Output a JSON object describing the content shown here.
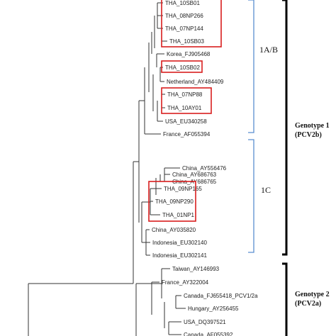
{
  "leaves": [
    {
      "id": "l1",
      "label": "THA_10SB01"
    },
    {
      "id": "l2",
      "label": "THA_08NP266"
    },
    {
      "id": "l3",
      "label": "THA_07NP144"
    },
    {
      "id": "l4",
      "label": "THA_10SB03"
    },
    {
      "id": "l5",
      "label": "Korea_FJ905468"
    },
    {
      "id": "l6",
      "label": "THA_10SB02"
    },
    {
      "id": "l7",
      "label": "Netherland_AY484409"
    },
    {
      "id": "l8",
      "label": "THA_07NP88"
    },
    {
      "id": "l9",
      "label": "THA_10AY01"
    },
    {
      "id": "l10",
      "label": "USA_EU340258"
    },
    {
      "id": "l11",
      "label": "France_AF055394"
    },
    {
      "id": "l12",
      "label": "China_AY556476"
    },
    {
      "id": "l13",
      "label": "China_AY686765"
    },
    {
      "id": "l14",
      "label": "China_AY686763"
    },
    {
      "id": "l15",
      "label": "THA_09NP165"
    },
    {
      "id": "l16",
      "label": "THA_09NP290"
    },
    {
      "id": "l17",
      "label": "THA_01NP1"
    },
    {
      "id": "l18",
      "label": "China_AY035820"
    },
    {
      "id": "l19",
      "label": "Indonesia_EU302140"
    },
    {
      "id": "l20",
      "label": "Indonesia_EU302141"
    },
    {
      "id": "l21",
      "label": "Taiwan_AY146993"
    },
    {
      "id": "l22",
      "label": "France_AY322004"
    },
    {
      "id": "l23",
      "label": "Canada_FJ655418_PCV1/2a"
    },
    {
      "id": "l24",
      "label": "Hungary_AY256455"
    },
    {
      "id": "l25",
      "label": "USA_DQ397521"
    },
    {
      "id": "l26",
      "label": "Canada_AF055392"
    }
  ],
  "highlighted_groups": [
    [
      "THA_10SB01",
      "THA_08NP266",
      "THA_07NP144",
      "THA_10SB03"
    ],
    [
      "THA_10SB02"
    ],
    [
      "THA_07NP88",
      "THA_10AY01"
    ],
    [
      "THA_09NP165",
      "THA_09NP290",
      "THA_01NP1"
    ]
  ],
  "clades": {
    "c1ab": "1A/B",
    "c1c": "1C"
  },
  "genotypes": {
    "g1": {
      "name": "Genotype 1",
      "code": "(PCV2b)"
    },
    "g2": {
      "name": "Genotype 2",
      "code": "(PCV2a)"
    }
  },
  "colors": {
    "branch": "#333333",
    "highlight_box": "#d81e1e",
    "subclade_bracket": "#5b8fd0",
    "genotype_bracket": "#000000"
  }
}
